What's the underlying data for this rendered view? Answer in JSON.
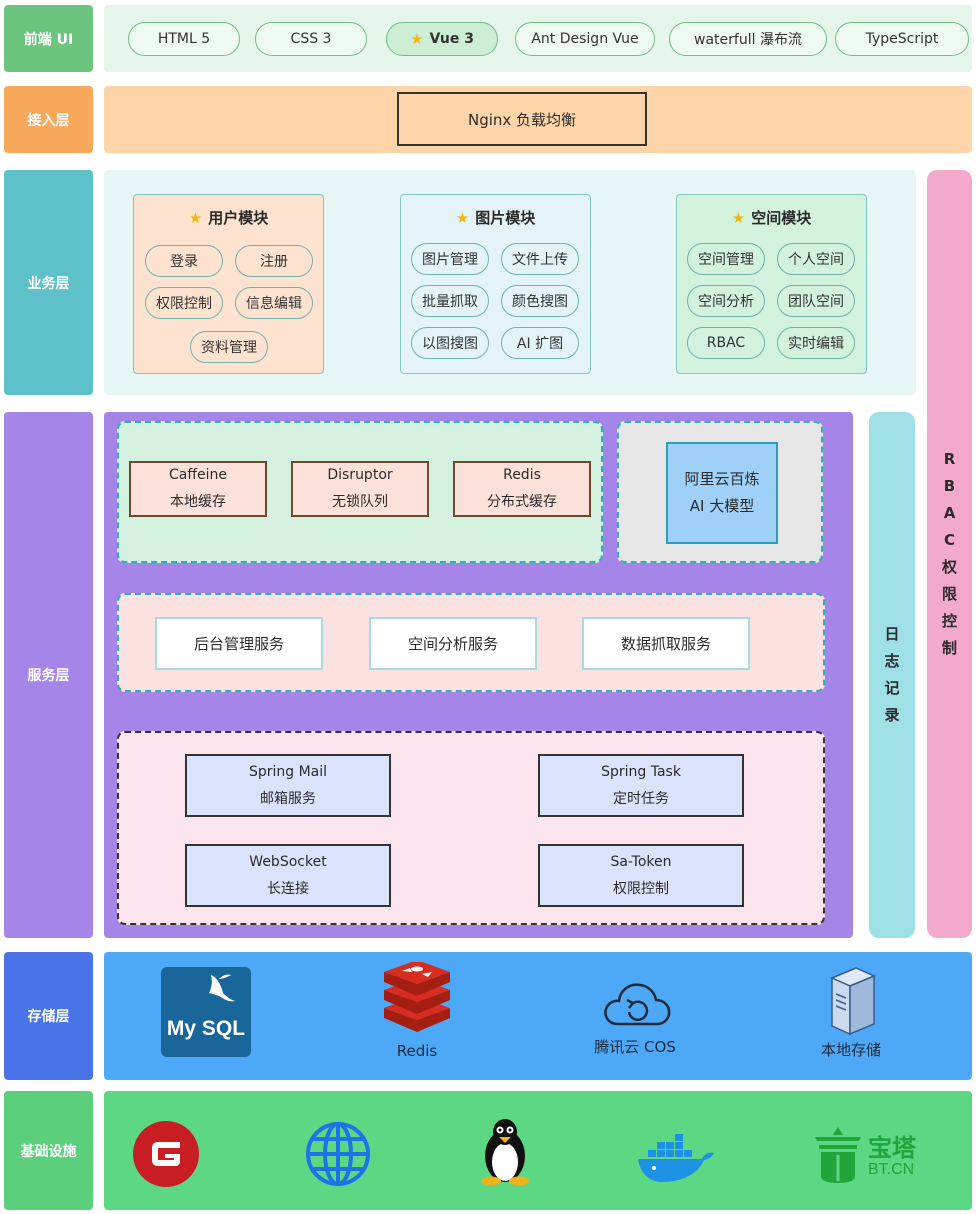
{
  "layers": {
    "frontend": "前端 UI",
    "access": "接入层",
    "business": "业务层",
    "service": "服务层",
    "storage": "存储层",
    "infra": "基础设施"
  },
  "frontend": {
    "pills": [
      "HTML 5",
      "CSS 3",
      "Vue 3",
      "Ant Design Vue",
      "waterfull 瀑布流",
      "TypeScript"
    ],
    "selected_icon": "star-icon"
  },
  "access": {
    "nginx": "Nginx 负载均衡"
  },
  "business": {
    "modules": [
      {
        "title": "用户模块",
        "items": [
          "登录",
          "注册",
          "权限控制",
          "信息编辑",
          "资料管理"
        ]
      },
      {
        "title": "图片模块",
        "items": [
          "图片管理",
          "文件上传",
          "批量抓取",
          "颜色搜图",
          "以图搜图",
          "AI 扩图"
        ]
      },
      {
        "title": "空间模块",
        "items": [
          "空间管理",
          "个人空间",
          "空间分析",
          "团队空间",
          "RBAC",
          "实时编辑"
        ]
      }
    ]
  },
  "service": {
    "cache": [
      {
        "name": "Caffeine",
        "desc": "本地缓存"
      },
      {
        "name": "Disruptor",
        "desc": "无锁队列"
      },
      {
        "name": "Redis",
        "desc": "分布式缓存"
      }
    ],
    "ai": {
      "name": "阿里云百炼",
      "desc": "AI 大模型"
    },
    "services": [
      "后台管理服务",
      "空间分析服务",
      "数据抓取服务"
    ],
    "tools": [
      {
        "name": "Spring Mail",
        "desc": "邮箱服务"
      },
      {
        "name": "Spring Task",
        "desc": "定时任务"
      },
      {
        "name": "WebSocket",
        "desc": "长连接"
      },
      {
        "name": "Sa-Token",
        "desc": "权限控制"
      }
    ]
  },
  "log": [
    "日",
    "志",
    "记",
    "录"
  ],
  "rbac": [
    "R",
    "B",
    "A",
    "C",
    "权",
    "限",
    "控",
    "制"
  ],
  "storage": {
    "mysql_logo": "My SQL",
    "redis": "Redis",
    "cos": "腾讯云 COS",
    "local": "本地存储"
  },
  "infra": {
    "icons": [
      "git-logo-icon",
      "globe-icon",
      "linux-penguin-icon",
      "docker-whale-icon",
      "baota-logo-icon"
    ],
    "baota_text": "宝塔",
    "baota_sub": "BT.CN"
  },
  "colors": {
    "frontend": "#6cc57e",
    "access": "#f8a85a",
    "business": "#5ec0c8",
    "service": "#a585e8",
    "storage": "#4a73e8",
    "infra": "#5ccf7d",
    "log": "#9ee0e6",
    "rbac": "#f2a9cc"
  }
}
